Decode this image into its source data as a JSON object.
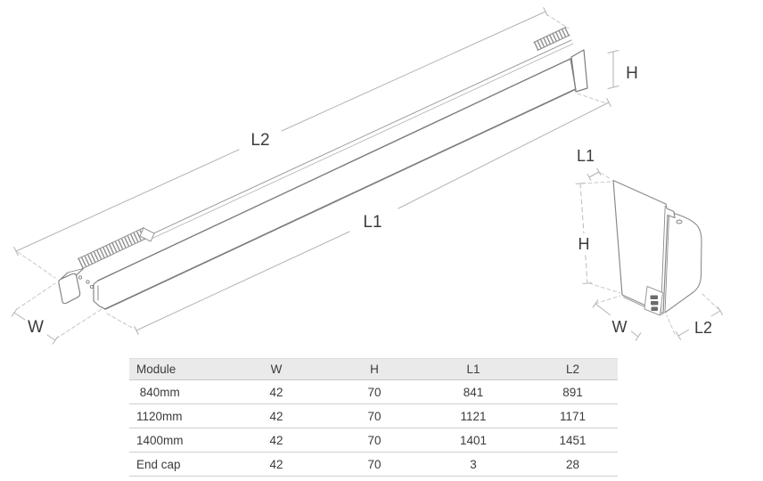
{
  "drawing": {
    "main": {
      "l2": "L2",
      "l1": "L1",
      "h": "H",
      "w": "W"
    },
    "endcap": {
      "l1": "L1",
      "h": "H",
      "w": "W",
      "l2": "L2"
    }
  },
  "table": {
    "columns": [
      "Module",
      "W",
      "H",
      "L1",
      "L2"
    ],
    "rows": [
      [
        " 840mm",
        "42",
        "70",
        "841",
        "891"
      ],
      [
        "1120mm",
        "42",
        "70",
        "1121",
        "1171"
      ],
      [
        "1400mm",
        "42",
        "70",
        "1401",
        "1451"
      ],
      [
        "End cap",
        "42",
        "70",
        "3",
        "28"
      ]
    ]
  },
  "colors": {
    "edge_strong": "#7c7c7c",
    "edge_thin": "#9c9c9c",
    "dim_line": "#b3b3b3",
    "dash_line": "#c6c6c6",
    "label_text": "#3c3c3c",
    "table_header_bg": "#eaeaea",
    "table_rule": "#cfcfcf"
  }
}
